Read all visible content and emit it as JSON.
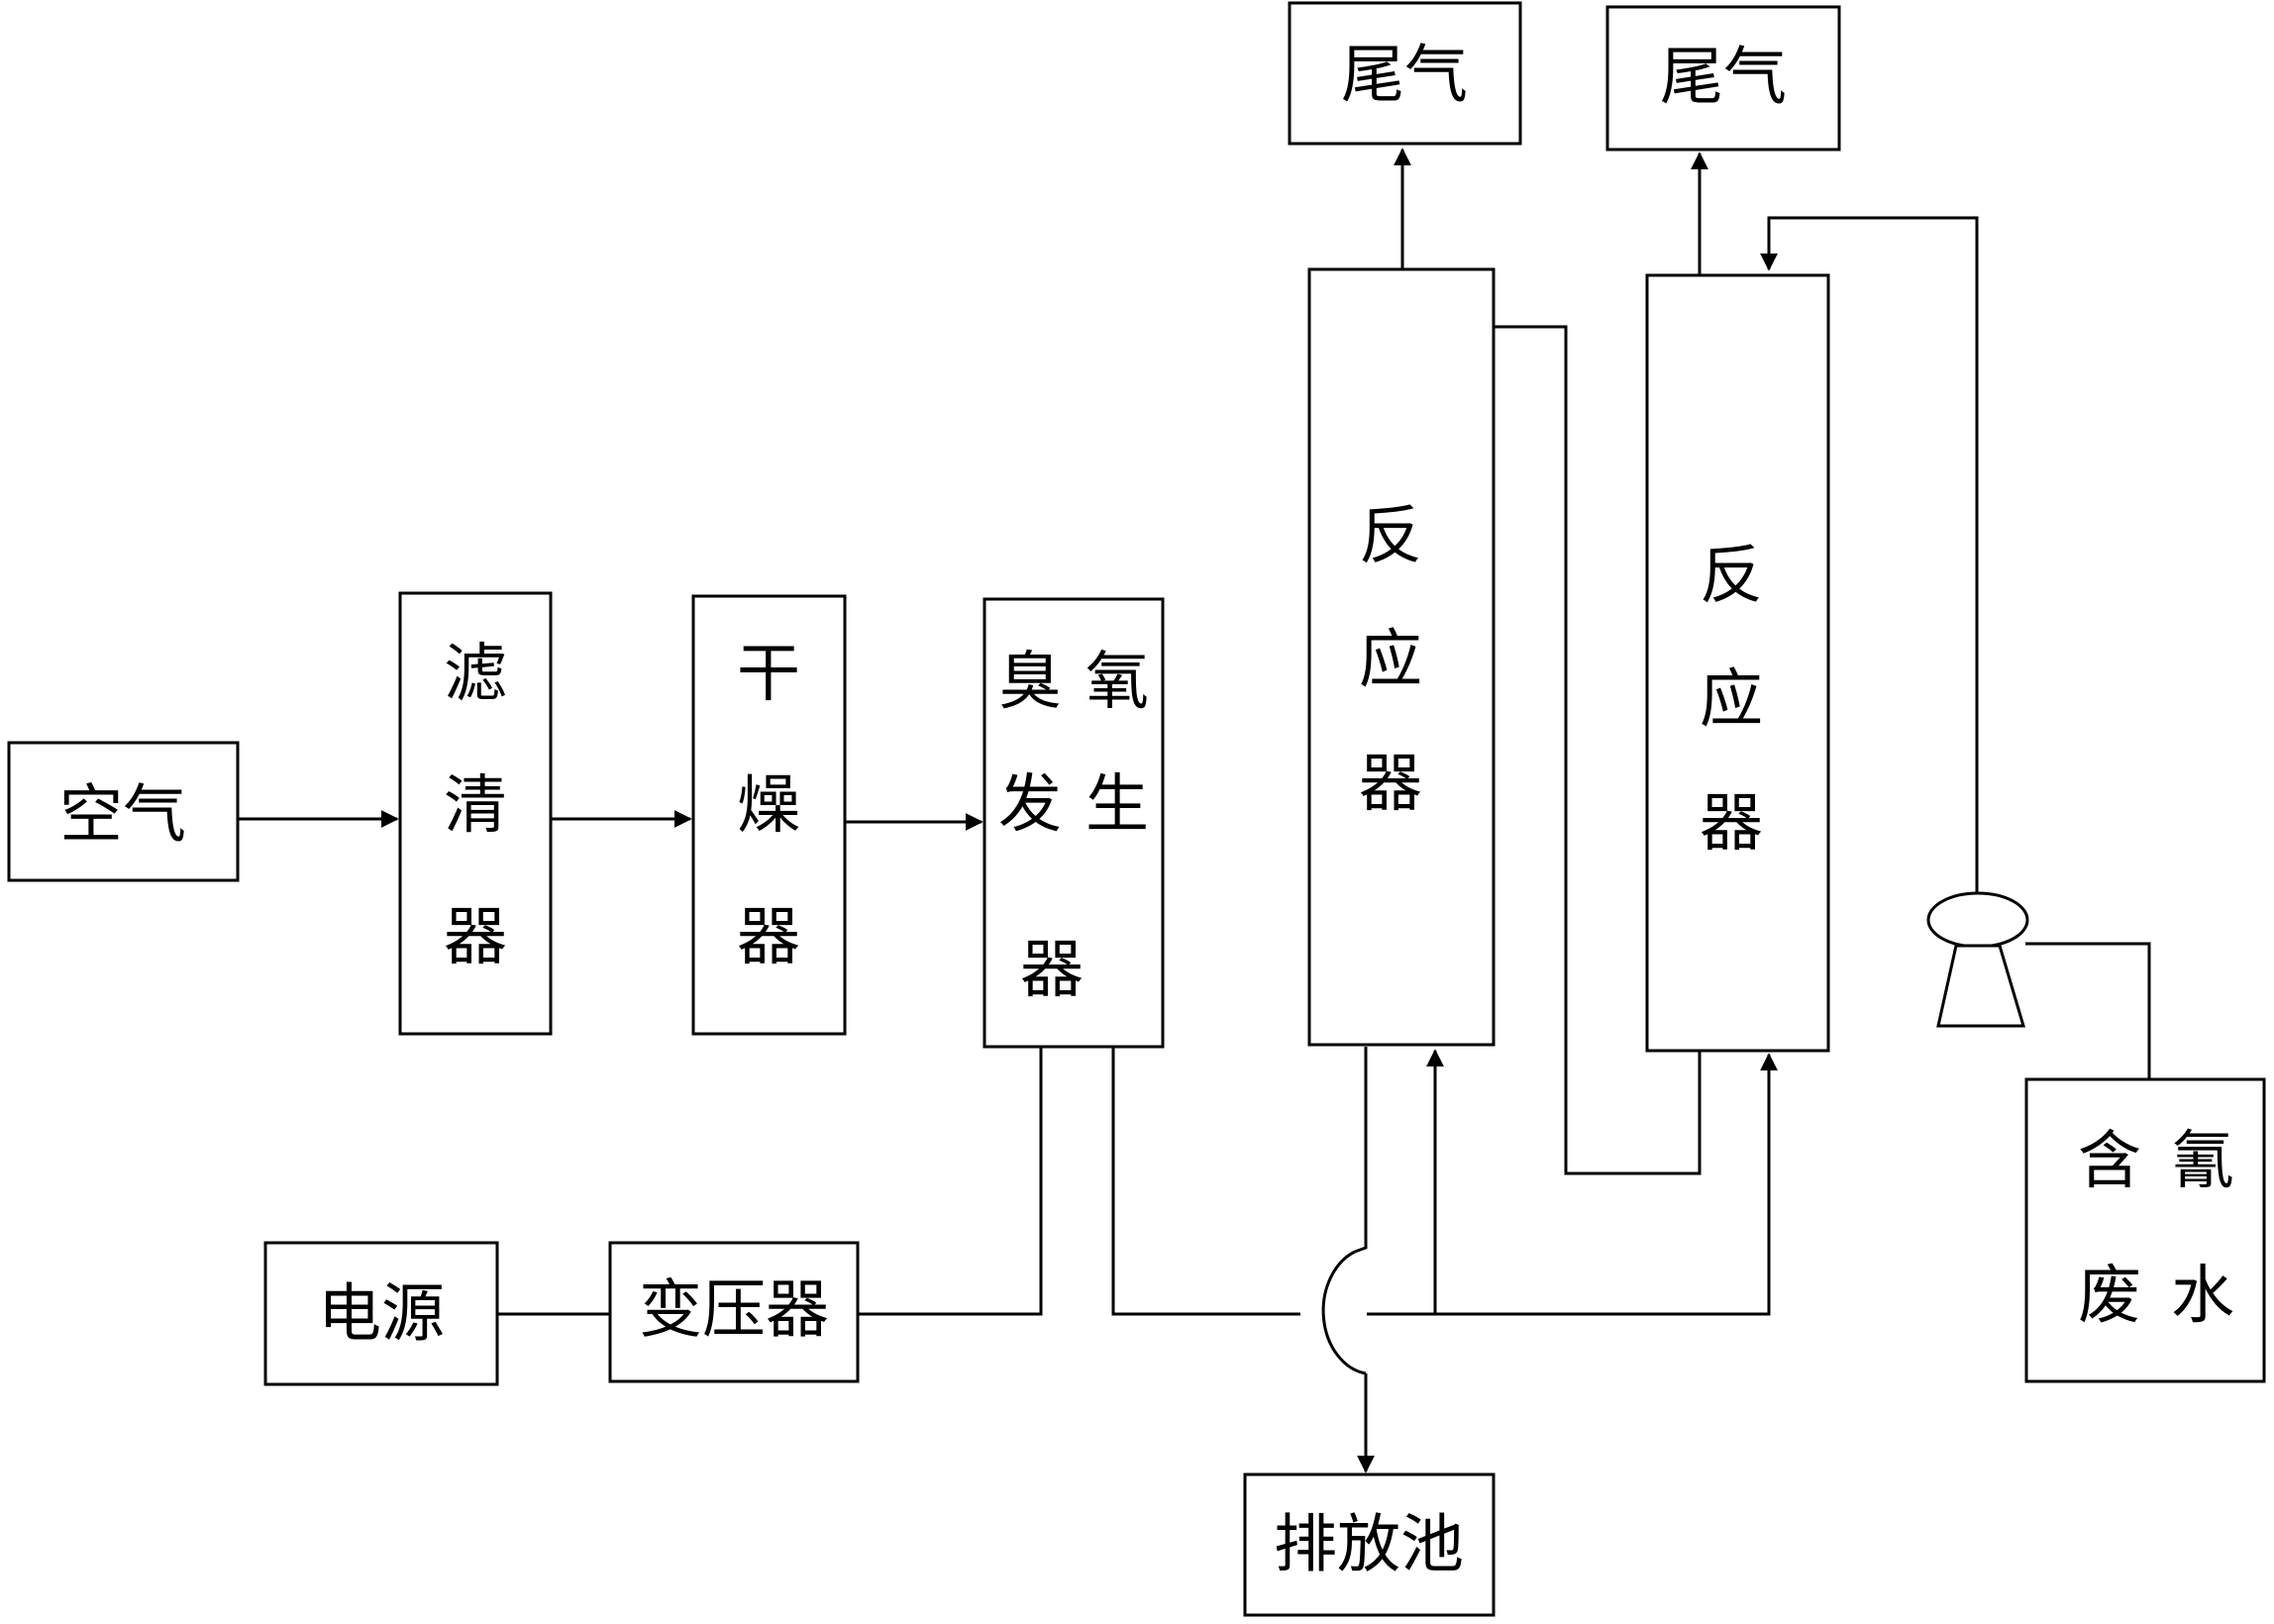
{
  "nodes": {
    "air": "空气",
    "filter": "滤清器",
    "dryer": "干燥器",
    "ozone_generator": "臭氧发生器",
    "power": "电源",
    "transformer": "变压器",
    "reactor_1": "反应器",
    "reactor_2": "反应器",
    "tail_gas_1": "尾气",
    "tail_gas_2": "尾气",
    "discharge_pool": "排放池",
    "cyanide_wastewater": "含氰废水"
  },
  "colors": {
    "stroke": "#000000",
    "background": "#ffffff"
  }
}
